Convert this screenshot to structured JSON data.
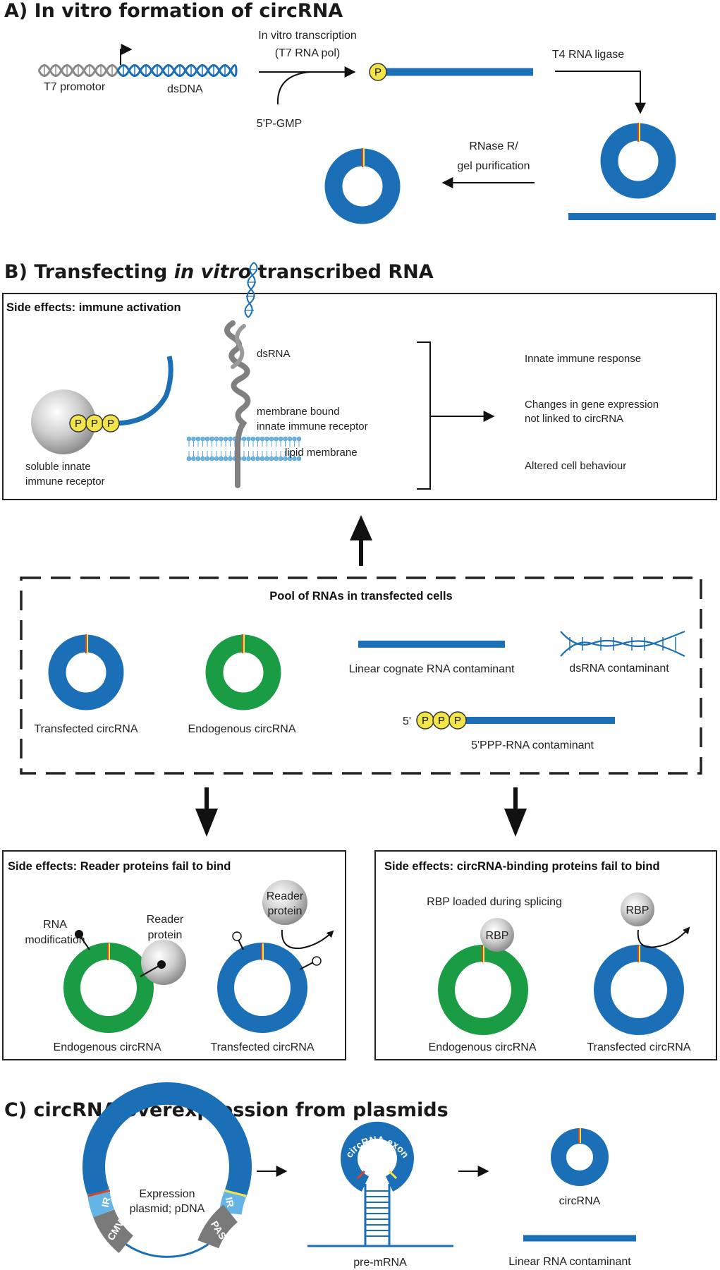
{
  "colors": {
    "rna_blue": "#1a6fb6",
    "endogenous_green": "#1a9c44",
    "phosphate_yellow": "#f2e54a",
    "junction_red": "#d8462a",
    "ir_light_blue": "#64b5e6",
    "grey_element": "#7a7a7a"
  },
  "panel_a": {
    "title": "A) In vitro formation of circRNA",
    "t7_promotor": "T7 promotor",
    "dsdna": "dsDNA",
    "ivt_line1": "In vitro transcription",
    "ivt_line2": "(T7 RNA pol)",
    "gmp": "5'P-GMP",
    "phosphate": "P",
    "ligase": "T4 RNA ligase",
    "rnase_line1": "RNase R/",
    "rnase_line2": "gel purification"
  },
  "panel_b": {
    "title_prefix": "B) Transfecting ",
    "title_italic": "in vitro",
    "title_suffix": " transcribed RNA",
    "immune_box": {
      "title": "Side effects: immune activation",
      "phosphate": "P",
      "soluble_line1": "soluble innate",
      "soluble_line2": "immune receptor",
      "dsrna": "dsRNA",
      "membrane_line1": "membrane bound",
      "membrane_line2": "innate immune receptor",
      "lipid": "lipid membrane",
      "outcomes": [
        "Innate immune response",
        "Changes in gene expression",
        "not linked to circRNA",
        "Altered cell behaviour"
      ]
    },
    "pool_box": {
      "title": "Pool of RNAs in transfected cells",
      "transfected": "Transfected circRNA",
      "endogenous": "Endogenous circRNA",
      "linear": "Linear cognate RNA contaminant",
      "dsrna": "dsRNA contaminant",
      "five_prime": "5'",
      "phosphate": "P",
      "ppp": "5'PPP-RNA contaminant"
    },
    "reader_box": {
      "title": "Side effects: Reader proteins fail to bind",
      "mod_line1": "RNA",
      "mod_line2": "modification",
      "reader_line1": "Reader",
      "reader_line2": "protein",
      "protein_line1": "Reader",
      "protein_line2": "protein",
      "endogenous": "Endogenous circRNA",
      "transfected": "Transfected circRNA"
    },
    "rbp_box": {
      "title": "Side effects: circRNA-binding proteins fail to bind",
      "loaded": "RBP loaded during splicing",
      "rbp": "RBP",
      "endogenous": "Endogenous circRNA",
      "transfected": "Transfected circRNA"
    }
  },
  "panel_c": {
    "title": "C) circRNA overexpression from plasmids",
    "circrna_arc": "circRNA",
    "plasmid_line1": "Expression",
    "plasmid_line2": "plasmid; pDNA",
    "ir_left": "IR",
    "ir_right": "IR",
    "cmv": "CMV",
    "pas": "PAS",
    "exon": "circRNA exon",
    "premrna": "pre-mRNA",
    "circrna": "circRNA",
    "linear": "Linear RNA contaminant"
  }
}
